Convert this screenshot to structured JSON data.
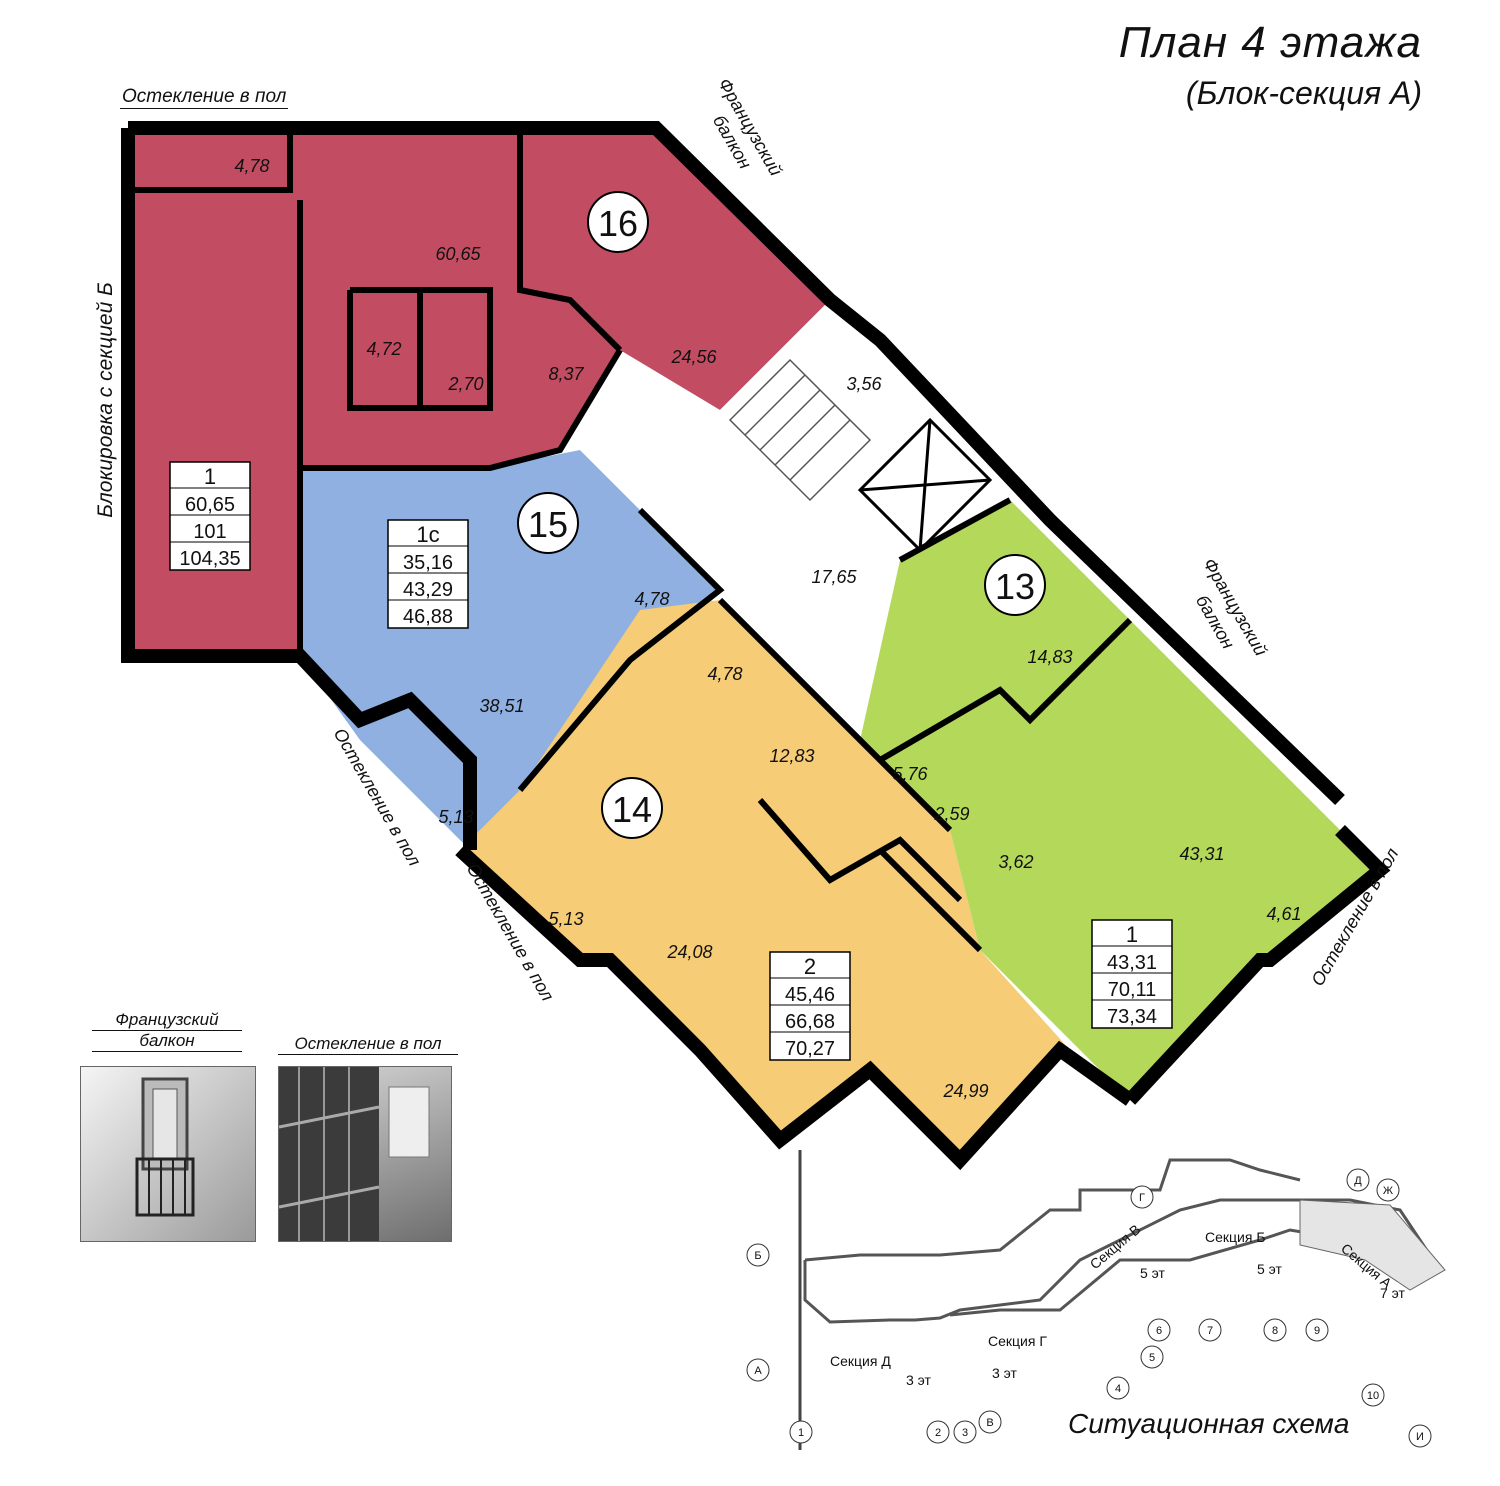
{
  "header": {
    "title": "План 4 этажа",
    "subtitle": "(Блок-секция А)"
  },
  "notes": {
    "glazing_top": "Остекление в пол",
    "blocking": "Блокировка с секцией Б",
    "french_top_1": "Французский",
    "french_top_2": "балкон",
    "french_right_1": "Французский",
    "french_right_2": "балкон",
    "glazing_left_a": "Остекление в пол",
    "glazing_left_b": "Остекление в пол",
    "glazing_right": "Остекление в пол"
  },
  "apartments": {
    "a16": {
      "number": "16",
      "color": "#c24d63"
    },
    "a15": {
      "number": "15",
      "color": "#8fb0e0"
    },
    "a14": {
      "number": "14",
      "color": "#f6cc76"
    },
    "a13": {
      "number": "13",
      "color": "#b4d95a"
    }
  },
  "room_areas": {
    "r16_a": "4,78",
    "r16_b": "60,65",
    "r16_c": "4,72",
    "r16_d": "2,70",
    "r16_e": "8,37",
    "r16_f": "24,56",
    "stair": "3,56",
    "hall": "17,65",
    "r15_a": "4,78",
    "r15_b": "38,51",
    "r15_c": "5,13",
    "r14_a": "4,78",
    "r14_b": "12,83",
    "r14_c": "5,13",
    "r14_d": "24,08",
    "r14_e": "24,99",
    "r13_a": "14,83",
    "r13_b": "5,76",
    "r13_c": "2,59",
    "r13_d": "3,62",
    "r13_e": "43,31",
    "r13_f": "4,61"
  },
  "summaries": {
    "s16": {
      "rooms": "1",
      "living": "60,65",
      "total": "101",
      "with_balcony": "104,35"
    },
    "s15": {
      "rooms": "1с",
      "living": "35,16",
      "total": "43,29",
      "with_balcony": "46,88"
    },
    "s14": {
      "rooms": "2",
      "living": "45,46",
      "total": "66,68",
      "with_balcony": "70,27"
    },
    "s13": {
      "rooms": "1",
      "living": "43,31",
      "total": "70,11",
      "with_balcony": "73,34"
    }
  },
  "legend": {
    "french_1": "Французский",
    "french_2": "балкон",
    "glazing": "Остекление в пол"
  },
  "scheme": {
    "title": "Ситуационная схема",
    "sec_a": "Секция А",
    "sec_b": "Секция Б",
    "sec_v": "Секция В",
    "sec_g": "Секция Г",
    "sec_d": "Секция Д",
    "fl_a": "7 эт",
    "fl_b": "5 эт",
    "fl_v": "5 эт",
    "fl_g": "3 эт",
    "fl_d": "3 эт",
    "axes": [
      "1",
      "2",
      "3",
      "4",
      "5",
      "6",
      "7",
      "8",
      "9",
      "10",
      "А",
      "Б",
      "В",
      "Г",
      "Д",
      "Ж",
      "И"
    ]
  }
}
